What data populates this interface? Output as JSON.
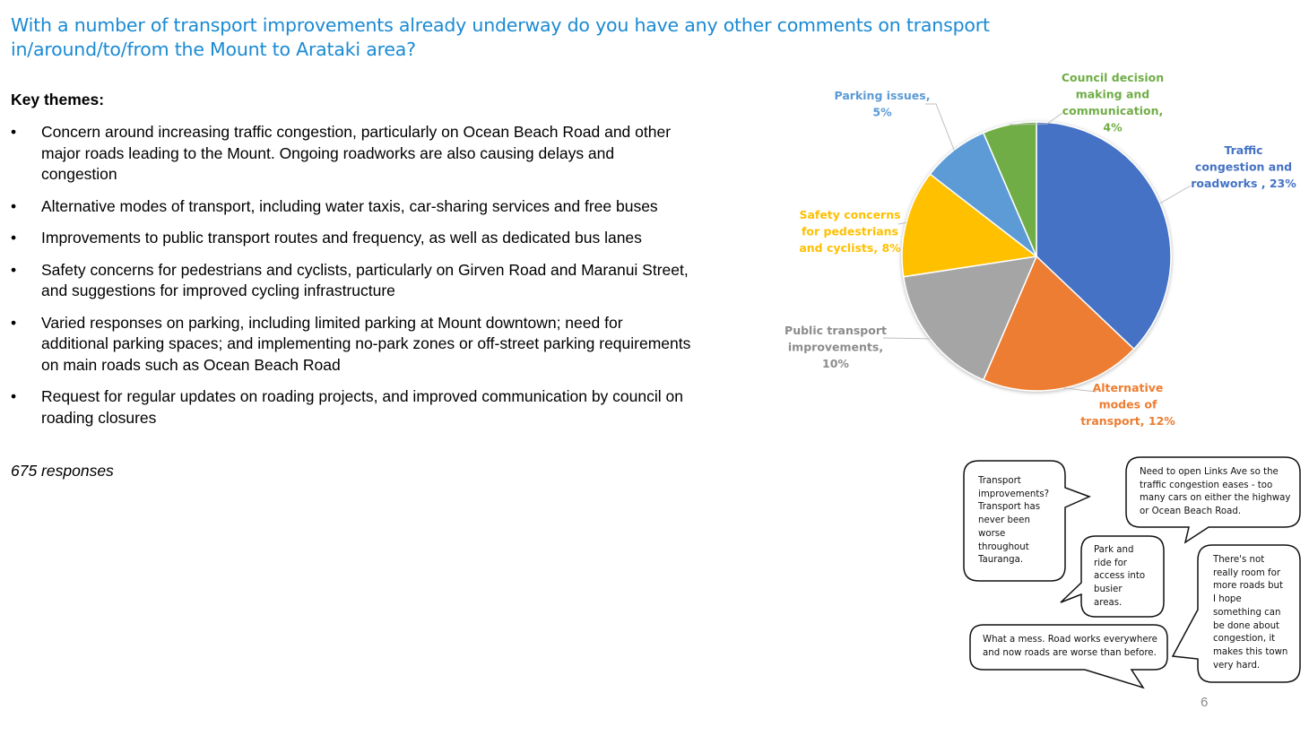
{
  "title": "With a number of transport improvements already underway do you have any other comments on transport in/around/to/from the Mount to Arataki area?",
  "key_themes_heading": "Key themes:",
  "themes": [
    "Concern around increasing traffic congestion, particularly on Ocean Beach Road and other major roads leading to the Mount. Ongoing roadworks are also causing delays and congestion",
    "Alternative modes of transport, including water taxis, car-sharing services and free buses",
    "Improvements to public transport routes and frequency, as well as dedicated bus lanes",
    "Safety concerns for pedestrians and cyclists, particularly on Girven Road and Maranui Street, and suggestions for improved cycling infrastructure",
    "Varied responses on parking, including limited parking at Mount downtown; need for additional parking spaces; and implementing no-park zones or off-street parking requirements on main roads such as Ocean Beach Road",
    "Request for regular updates on roading projects, and improved communication by council on roading closures"
  ],
  "bullet_symbol": "•",
  "responses": "675 responses",
  "chart_data": {
    "type": "pie",
    "slices": [
      {
        "label_lines": [
          "Traffic",
          "congestion and",
          "roadworks , 23%"
        ],
        "value": 23,
        "color": "#4472c4"
      },
      {
        "label_lines": [
          "Alternative",
          "modes of",
          "transport, 12%"
        ],
        "value": 12,
        "color": "#ed7d31"
      },
      {
        "label_lines": [
          "Public transport",
          "improvements,",
          "10%"
        ],
        "value": 10,
        "color": "#a5a5a5"
      },
      {
        "label_lines": [
          "Safety concerns",
          "for pedestrians",
          "and cyclists, 8%"
        ],
        "value": 8,
        "color": "#ffc000"
      },
      {
        "label_lines": [
          "Parking issues,",
          "5%"
        ],
        "value": 5,
        "color": "#5b9bd5"
      },
      {
        "label_lines": [
          "Council decision",
          "making and",
          "communication,",
          "4%"
        ],
        "value": 4,
        "color": "#70ad47"
      }
    ],
    "start_angle": "12 o'clock, clockwise",
    "legend": "none, data labels outside with leader lines"
  },
  "quotes": [
    {
      "lines": [
        "Transport",
        "improvements?",
        "Transport has",
        "never been",
        "worse",
        "throughout",
        "Tauranga."
      ]
    },
    {
      "lines": [
        "Need to open Links Ave so the",
        "traffic congestion eases - too",
        "many cars on either the highway",
        "or Ocean Beach Road."
      ]
    },
    {
      "lines": [
        "Park and",
        "ride for",
        "access into",
        "busier",
        "areas."
      ]
    },
    {
      "lines": [
        "There's not",
        "really room for",
        "more roads but",
        "I hope",
        "something can",
        "be done about",
        "congestion, it",
        "makes this town",
        "very hard."
      ]
    },
    {
      "lines": [
        "What a mess. Road works everywhere",
        "and now roads are worse than before."
      ]
    }
  ],
  "page_number": "6"
}
